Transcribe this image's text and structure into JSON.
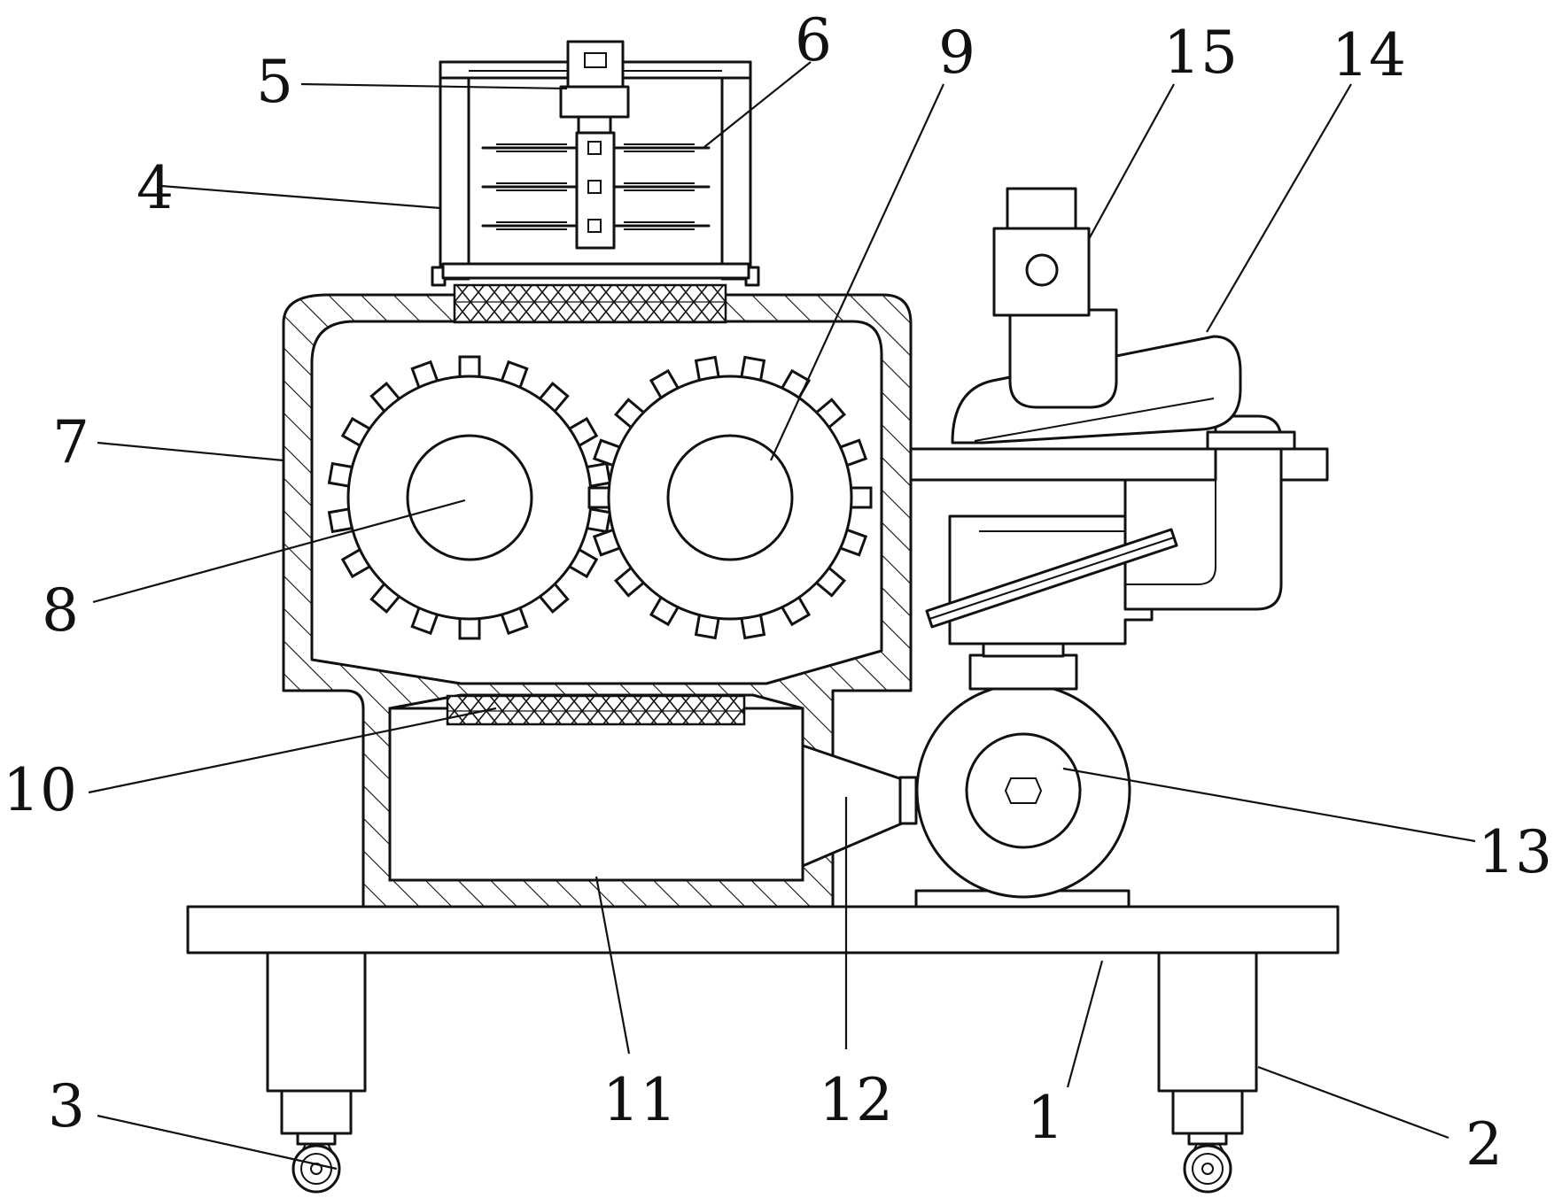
{
  "labels": [
    {
      "id": "1",
      "text": "1"
    },
    {
      "id": "2",
      "text": "2"
    },
    {
      "id": "3",
      "text": "3"
    },
    {
      "id": "4",
      "text": "4"
    },
    {
      "id": "5",
      "text": "5"
    },
    {
      "id": "6",
      "text": "6"
    },
    {
      "id": "7",
      "text": "7"
    },
    {
      "id": "8",
      "text": "8"
    },
    {
      "id": "9",
      "text": "9"
    },
    {
      "id": "10",
      "text": "10"
    },
    {
      "id": "11",
      "text": "11"
    },
    {
      "id": "12",
      "text": "12"
    },
    {
      "id": "13",
      "text": "13"
    },
    {
      "id": "14",
      "text": "14"
    },
    {
      "id": "15",
      "text": "15"
    }
  ]
}
